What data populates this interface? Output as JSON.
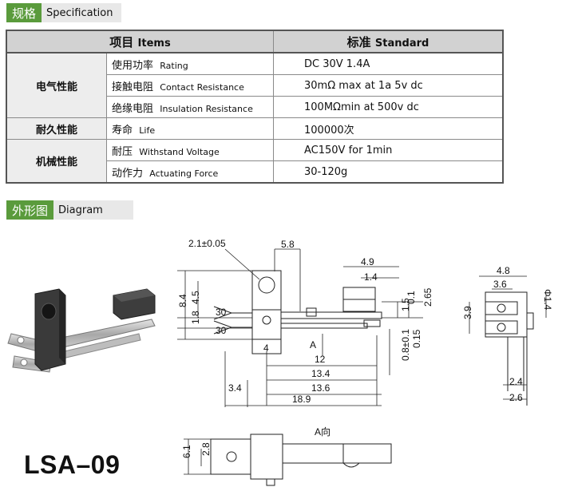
{
  "spec_section": {
    "title_cn": "规格",
    "title_en": "Specification"
  },
  "table": {
    "header": {
      "items_cn": "项目",
      "items_en": "Items",
      "standard_cn": "标准",
      "standard_en": "Standard"
    },
    "groups": [
      {
        "name": "电气性能",
        "rows": [
          {
            "param_cn": "使用功率",
            "param_en": "Rating",
            "value": "DC 30V 1.4A"
          },
          {
            "param_cn": "接触电阻",
            "param_en": "Contact Resistance",
            "value": "30mΩ max at 1a 5v dc"
          },
          {
            "param_cn": "绝缘电阻",
            "param_en": "Insulation Resistance",
            "value": "100MΩmin at 500v dc"
          }
        ]
      },
      {
        "name": "耐久性能",
        "rows": [
          {
            "param_cn": "寿命",
            "param_en": "Life",
            "value": "100000次"
          }
        ]
      },
      {
        "name": "机械性能",
        "rows": [
          {
            "param_cn": "耐压",
            "param_en": "Withstand Voltage",
            "value": "AC150V for 1min"
          },
          {
            "param_cn": "动作力",
            "param_en": "Actuating Force",
            "value": "30-120g"
          }
        ]
      }
    ]
  },
  "diagram_section": {
    "title_cn": "外形图",
    "title_en": "Diagram"
  },
  "model_name": "LSA–09",
  "dimensions": {
    "hole": "2.1±0.05",
    "d5_8": "5.8",
    "d4_9": "4.9",
    "d1_4": "1.4",
    "d8_4": "8.4",
    "d4_5": "4.5",
    "d1_8": "1.8",
    "a30a": "30",
    "a30b": "30",
    "d4": "4",
    "d1_5": "1.5",
    "d0_1": "0.1",
    "d2_65": "2.65",
    "d0_8": "0.8±0.1",
    "d0_15": "0.15",
    "arrow_a": "A",
    "d12": "12",
    "d13_4": "13.4",
    "d13_6": "13.6",
    "d3_4": "3.4",
    "d18_9": "18.9",
    "r4_8": "4.8",
    "r3_6": "3.6",
    "r3_9": "3.9",
    "rphi": "Φ1.4",
    "r2_4": "2.4",
    "r2_6": "2.6",
    "view_a": "A向",
    "b6_1": "6.1",
    "b2_8": "2.8"
  }
}
